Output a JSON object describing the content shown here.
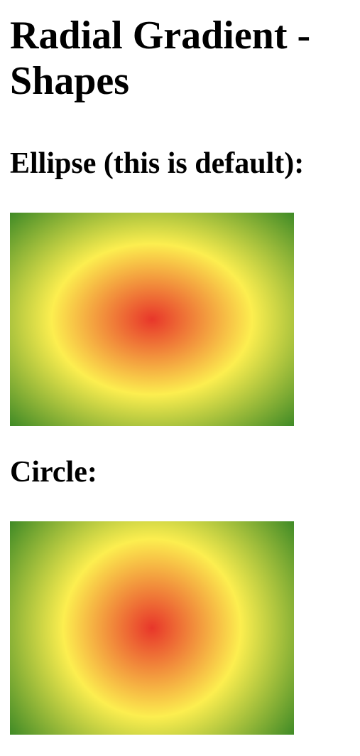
{
  "page": {
    "title": "Radial Gradient - Shapes"
  },
  "sections": [
    {
      "heading": "Ellipse (this is default):"
    },
    {
      "heading": "Circle:"
    }
  ],
  "colors": {
    "gradient_center": "#e8362a",
    "gradient_middle": "#fcee4f",
    "gradient_edge": "#3f8a26"
  }
}
